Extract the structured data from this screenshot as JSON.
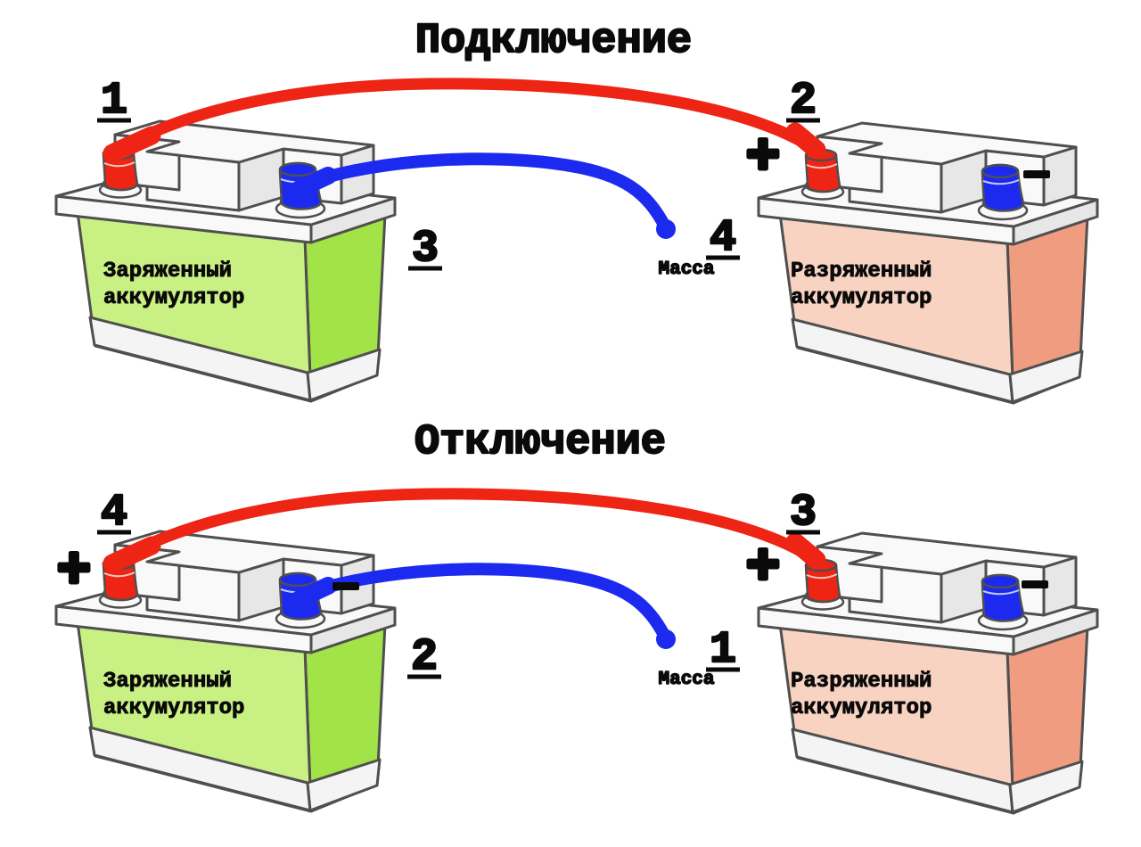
{
  "colors": {
    "outline": "#4f4f4f",
    "red": "#ee2414",
    "blue": "#1c2af0",
    "charged_front": "#c9f083",
    "charged_side": "#a2e348",
    "discharged_front": "#f8d3c1",
    "discharged_side": "#f09c80",
    "white1": "#f9f9f9",
    "white2": "#f4f4f4",
    "shade": "#e7e7e7"
  },
  "sections": [
    {
      "id": "connect",
      "title": "Подключение",
      "batteries": [
        {
          "kind": "charged",
          "label": [
            "Заряженный",
            "аккумулятор"
          ],
          "signs": {
            "plus": "",
            "minus": ""
          }
        },
        {
          "kind": "discharged",
          "label": [
            "Разряженный",
            "аккумулятор"
          ],
          "signs": {
            "plus": "+",
            "minus": "-"
          }
        }
      ],
      "step_red_start": "1",
      "step_red_end": "2",
      "step_blue_start": "3",
      "step_blue_end": "4",
      "ground": "Масса"
    },
    {
      "id": "disconnect",
      "title": "Отключение",
      "batteries": [
        {
          "kind": "charged",
          "label": [
            "Заряженный",
            "аккумулятор"
          ],
          "signs": {
            "plus": "+",
            "minus": "-"
          }
        },
        {
          "kind": "discharged",
          "label": [
            "Разряженный",
            "аккумулятор"
          ],
          "signs": {
            "plus": "+",
            "minus": "-"
          }
        }
      ],
      "step_red_start": "4",
      "step_red_end": "3",
      "step_blue_start": "2",
      "step_blue_end": "1",
      "ground": "Масса"
    }
  ]
}
